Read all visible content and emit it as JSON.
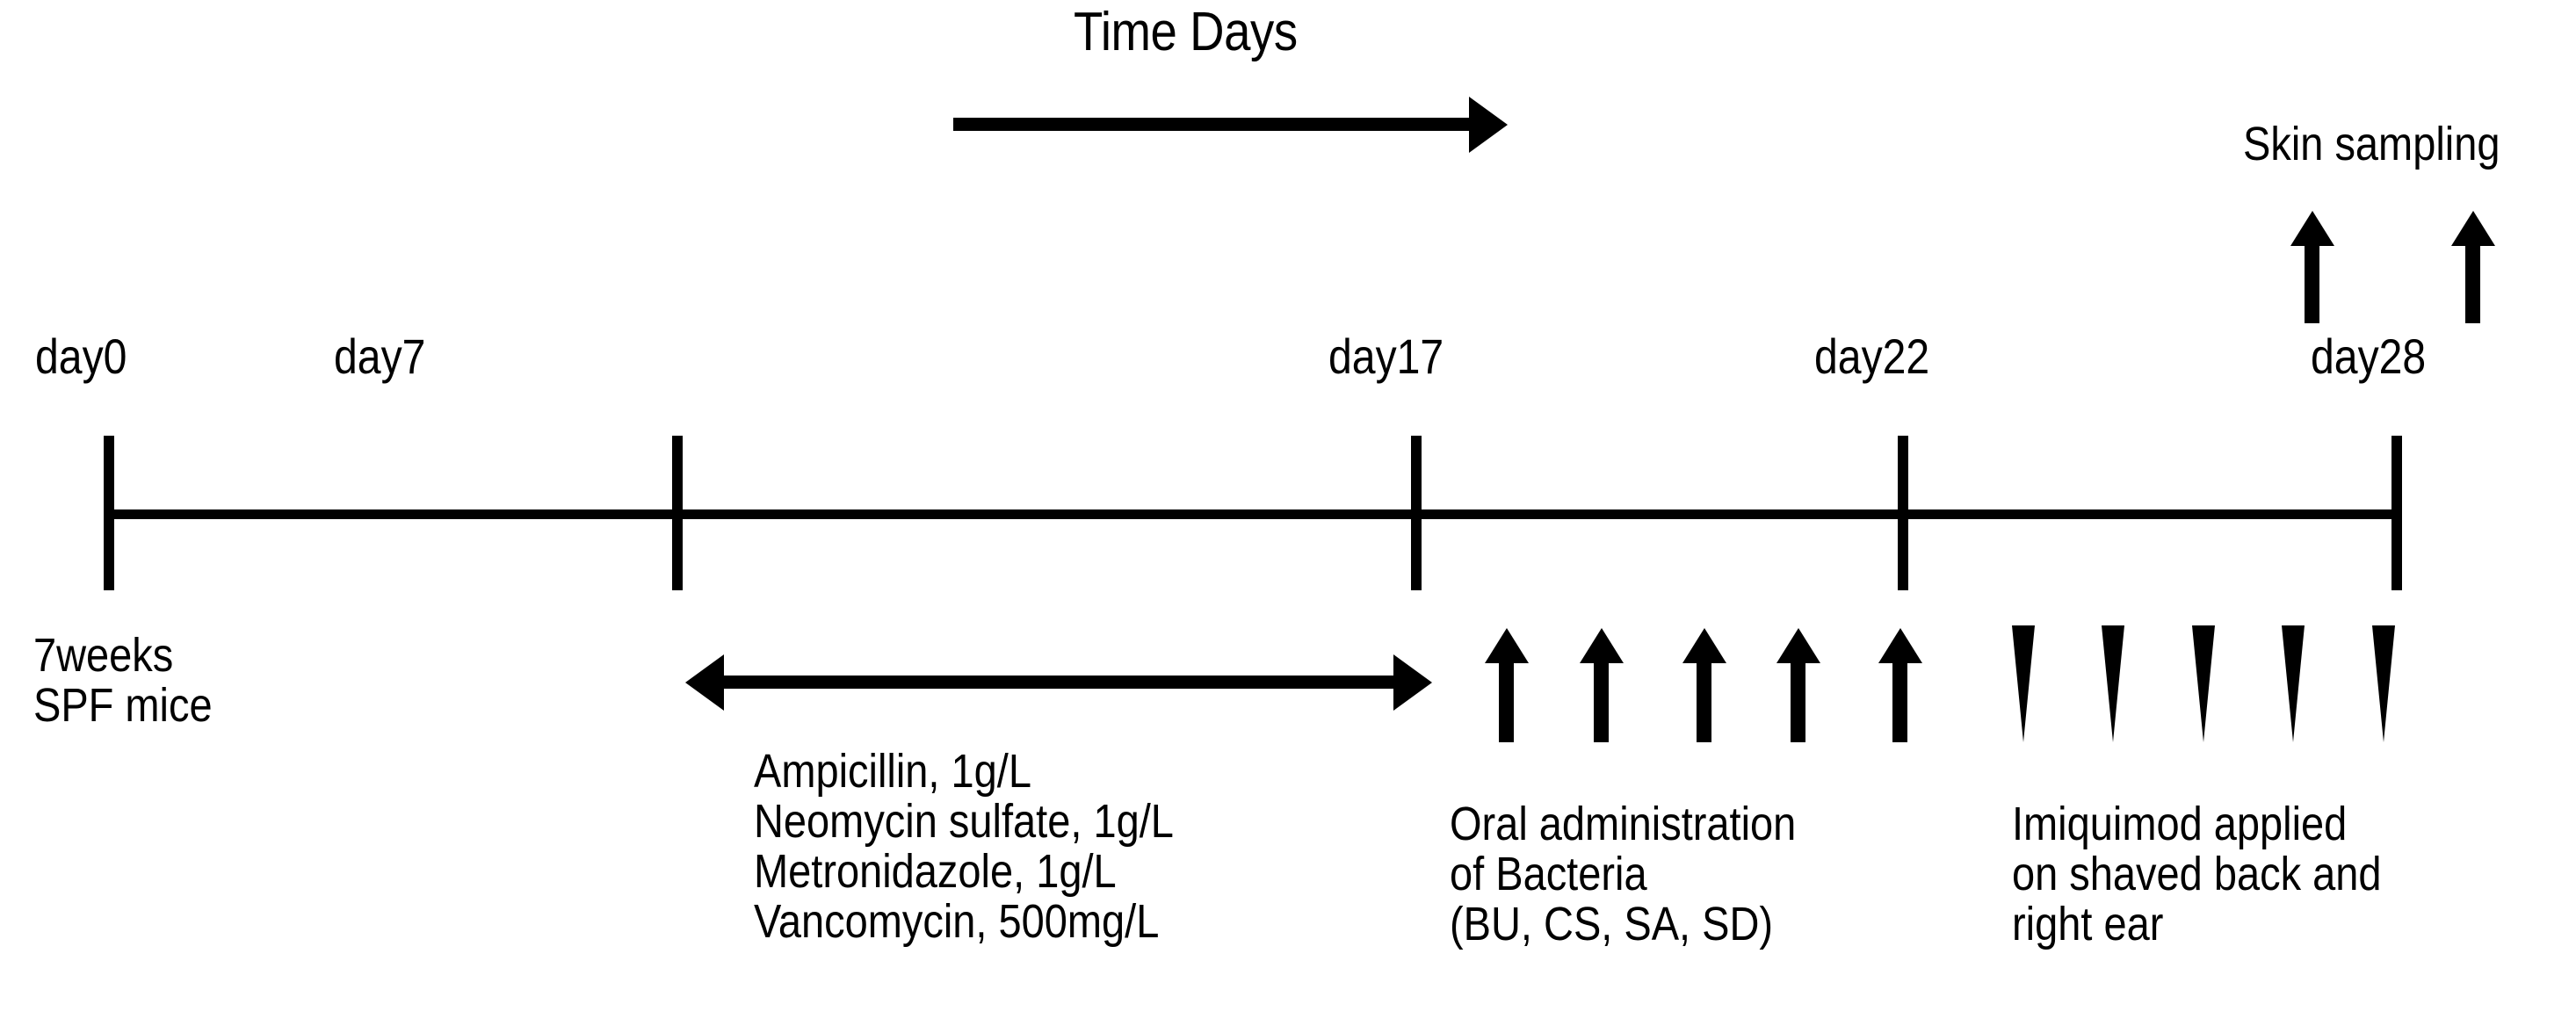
{
  "figure": {
    "title": "Time Days",
    "background_color": "#ffffff",
    "ink_color": "#000000"
  },
  "time_axis": {
    "direction_label": "Time Days",
    "direction": "left-to-right",
    "ticks": [
      {
        "id": "day0",
        "label": "day0",
        "day": 0
      },
      {
        "id": "day7",
        "label": "day7",
        "day": 7
      },
      {
        "id": "day17",
        "label": "day17",
        "day": 17
      },
      {
        "id": "day22",
        "label": "day22",
        "day": 22
      },
      {
        "id": "day28",
        "label": "day28",
        "day": 28
      }
    ]
  },
  "animal_label": {
    "line1": "7weeks",
    "line2": "SPF mice"
  },
  "skin_sampling": {
    "label": "Skin sampling",
    "marker_count": 2,
    "at_days": [
      26,
      28
    ]
  },
  "antibiotics": {
    "span_from": "day7",
    "span_to": "day17",
    "lines": [
      "Ampicillin, 1g/L",
      "Neomycin sulfate, 1g/L",
      "Metronidazole, 1g/L",
      "Vancomycin, 500mg/L"
    ]
  },
  "oral_bacteria": {
    "lines": [
      "Oral administration",
      "of Bacteria",
      "(BU, CS, SA, SD)"
    ],
    "marker_count": 5,
    "strains": [
      "BU",
      "CS",
      "SA",
      "SD"
    ]
  },
  "imiquimod": {
    "lines": [
      "Imiquimod applied",
      "on shaved back and",
      "right ear"
    ],
    "marker_count": 5
  }
}
